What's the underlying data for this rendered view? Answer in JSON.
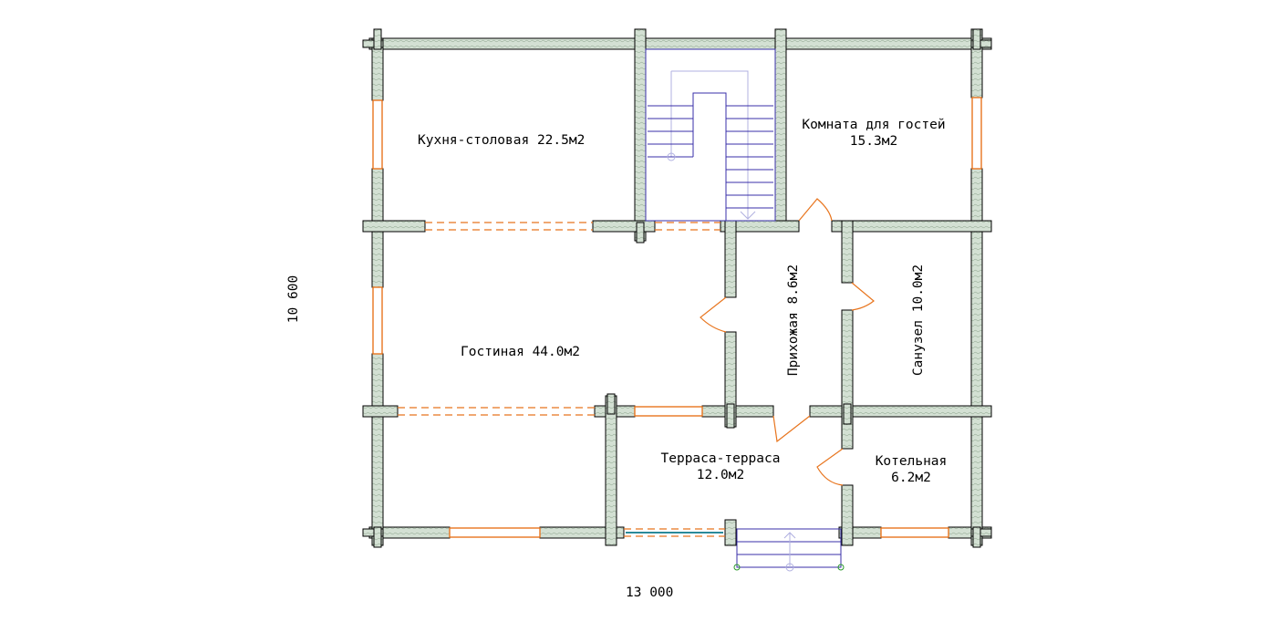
{
  "dimensions": {
    "width": "13 000",
    "height": "10 600"
  },
  "rooms": {
    "kitchen": {
      "name": "Кухня-столовая 22.5м2"
    },
    "guest_room": {
      "name": "Комната для гостей",
      "area": "15.3м2"
    },
    "living_room": {
      "name": "Гостиная 44.0м2"
    },
    "hallway": {
      "name": "Прихожая 8.6м2"
    },
    "bathroom": {
      "name": "Санузел 10.0м2"
    },
    "terrace": {
      "name": "Терраса-терраса",
      "area": "12.0м2"
    },
    "boiler_room": {
      "name": "Котельная",
      "area": "6.2м2"
    }
  },
  "colors": {
    "wall_fill": "#d6e2d6",
    "wall_stroke": "#000000",
    "window_color": "#e8751e",
    "stair_color": "#3a2fa8",
    "door_arc": "#e8751e"
  }
}
